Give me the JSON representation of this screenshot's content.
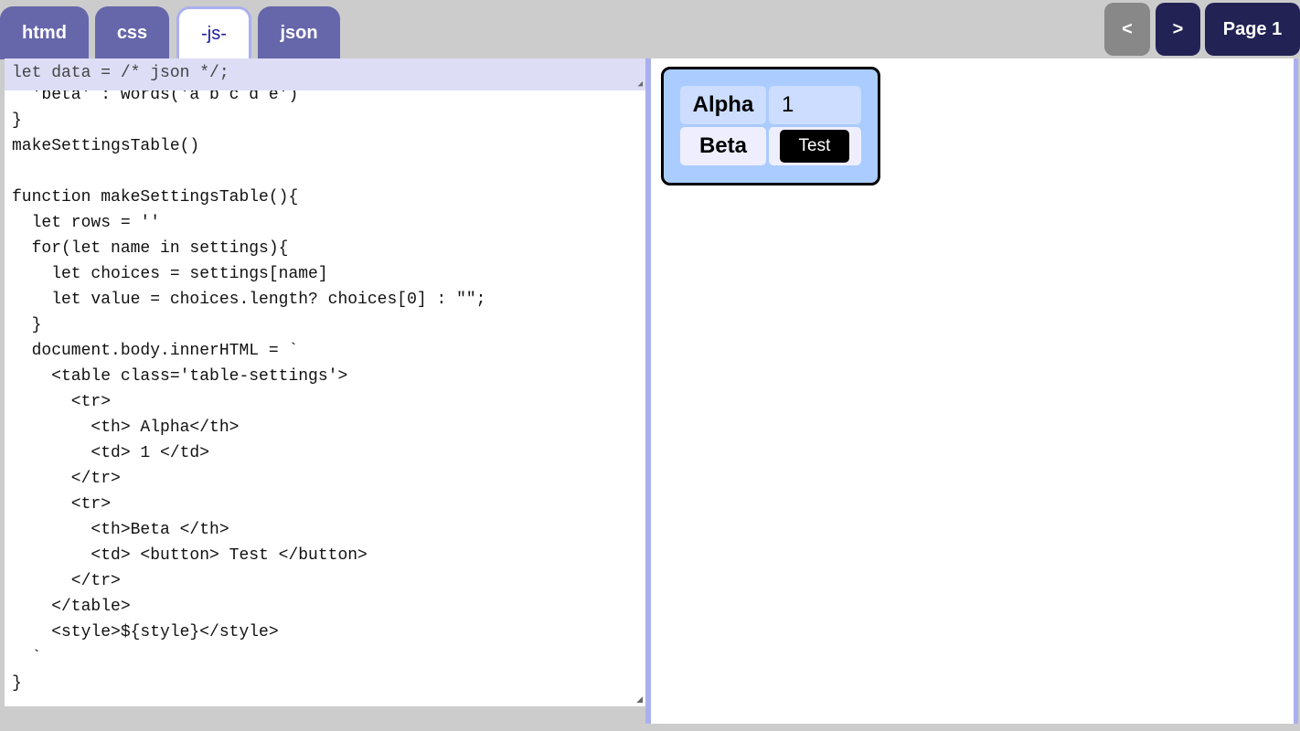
{
  "tabs": [
    {
      "label": "htmd"
    },
    {
      "label": "css"
    },
    {
      "label": "-js-",
      "active": true
    },
    {
      "label": "json"
    }
  ],
  "nav": {
    "prev": "<",
    "next": ">",
    "page": "Page 1"
  },
  "editor": {
    "header_line": "let data = /* json */;",
    "code": "  'beta' : words('a b c d e')\n}\nmakeSettingsTable()\n\nfunction makeSettingsTable(){\n  let rows = ''\n  for(let name in settings){\n    let choices = settings[name]\n    let value = choices.length? choices[0] : \"\";\n  }\n  document.body.innerHTML = `\n    <table class='table-settings'>\n      <tr>\n        <th> Alpha</th>\n        <td> 1 </td>\n      </tr>\n      <tr>\n        <th>Beta </th>\n        <td> <button> Test </button>\n      </tr>\n    </table>\n    <style>${style}</style>\n  `\n}"
  },
  "preview": {
    "rows": [
      {
        "label": "Alpha",
        "value": "1"
      },
      {
        "label": "Beta",
        "button": "Test"
      }
    ]
  },
  "colors": {
    "tab": "#6666aa",
    "nav_dark": "#222255",
    "nav_disabled": "#888888",
    "card": "#aaccff"
  }
}
